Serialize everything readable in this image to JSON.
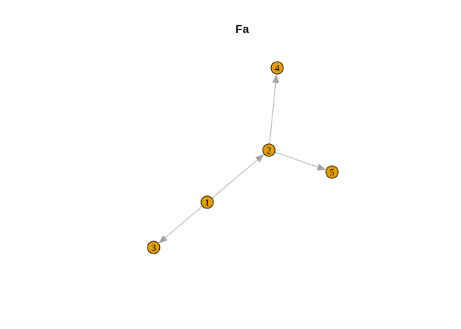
{
  "graph": {
    "title": "Fa",
    "node_fill": "#E69F00",
    "node_stroke": "#000000",
    "edge_color": "#A6A6A6",
    "nodes": [
      {
        "id": "1",
        "label": "1"
      },
      {
        "id": "2",
        "label": "2"
      },
      {
        "id": "3",
        "label": "3"
      },
      {
        "id": "4",
        "label": "4"
      },
      {
        "id": "5",
        "label": "5"
      }
    ],
    "edges": [
      {
        "from": "1",
        "to": "2",
        "directed": true
      },
      {
        "from": "1",
        "to": "3",
        "directed": true
      },
      {
        "from": "2",
        "to": "4",
        "directed": true
      },
      {
        "from": "2",
        "to": "5",
        "directed": true
      }
    ]
  }
}
